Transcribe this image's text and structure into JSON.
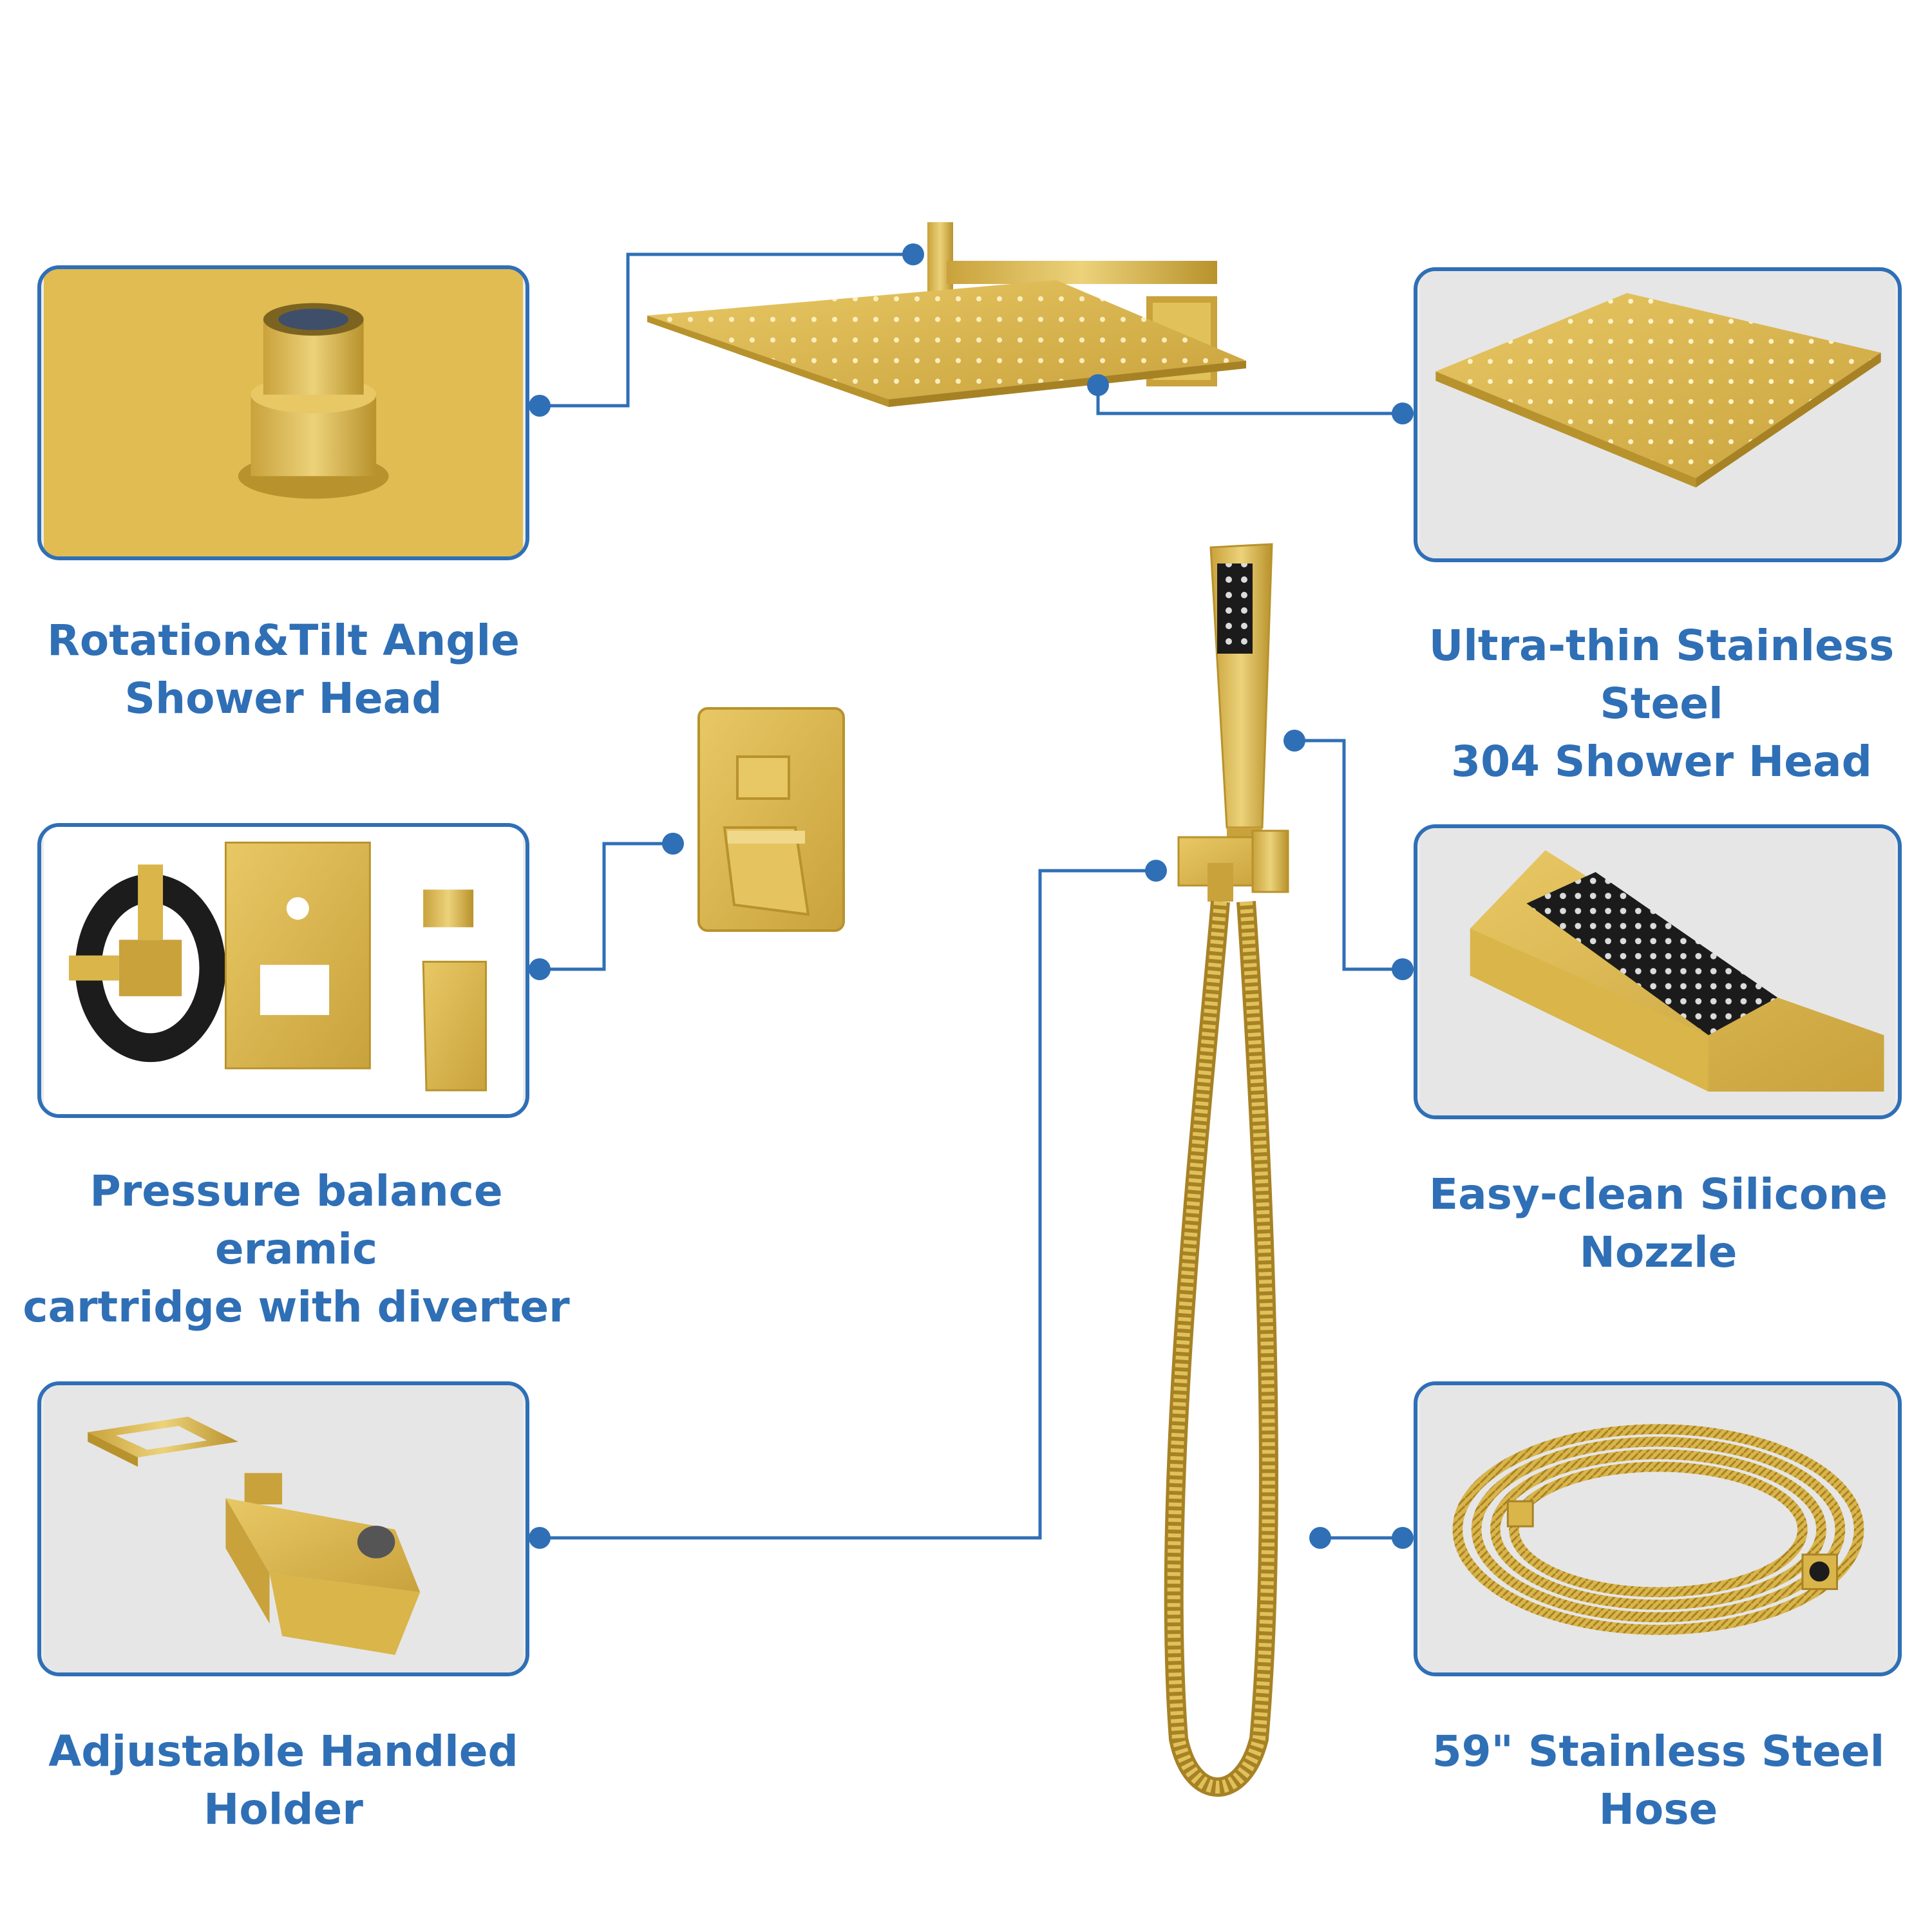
{
  "features": {
    "rotation_head": {
      "line1": "Rotation&Tilt Angle",
      "line2": "Shower Head"
    },
    "ultra_thin_head": {
      "line1": "Ultra-thin Stainless Steel",
      "line2": "304 Shower Head"
    },
    "cartridge": {
      "line1": "Pressure balance eramic",
      "line2": "cartridge with diverter"
    },
    "silicone_nozzle": {
      "line1": "Easy-clean Silicone",
      "line2": "Nozzle"
    },
    "holder": {
      "line1": "Adjustable Handled",
      "line2": "Holder"
    },
    "hose": {
      "line1": "59\" Stainless Steel Hose"
    }
  },
  "colors": {
    "accent": "#2f6fb6",
    "gold": "#d9b54a",
    "gold_dark": "#b8922c",
    "panel_bg": "#ececec"
  },
  "icons": [
    "shower-head",
    "shower-arm",
    "ball-joint",
    "valve-trim",
    "handheld-shower",
    "wall-holder",
    "shower-hose"
  ]
}
